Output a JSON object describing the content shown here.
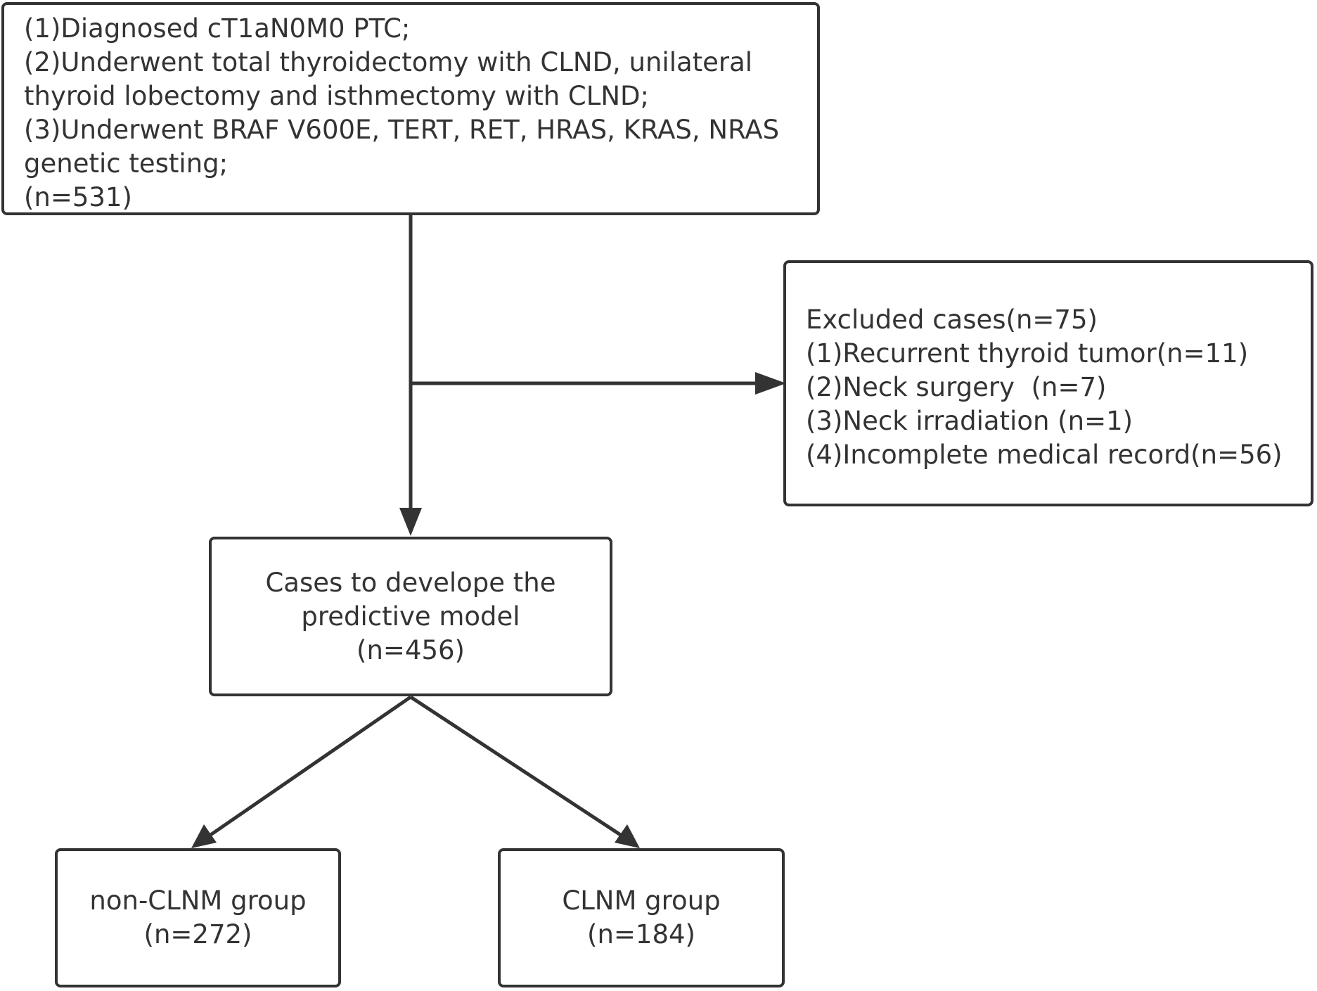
{
  "inclusion": {
    "lines": [
      "(1)Diagnosed cT1aN0M0 PTC;",
      "(2)Underwent total thyroidectomy with CLND, unilateral",
      "thyroid lobectomy and isthmectomy with CLND;",
      "(3)Underwent BRAF V600E, TERT, RET, HRAS, KRAS, NRAS",
      "genetic testing;",
      "(n=531)"
    ]
  },
  "exclusion": {
    "lines": [
      "Excluded cases(n=75)",
      "(1)Recurrent thyroid tumor(n=11)",
      "(2)Neck surgery  (n=7)",
      "(3)Neck irradiation (n=1)",
      "(4)Incomplete medical record(n=56)"
    ]
  },
  "model": {
    "lines": [
      "Cases to develope the",
      "predictive model",
      "(n=456)"
    ]
  },
  "non_clnm": {
    "lines": [
      "non-CLNM group",
      "(n=272)"
    ]
  },
  "clnm": {
    "lines": [
      "CLNM group",
      "(n=184)"
    ]
  },
  "colors": {
    "stroke": "#333333",
    "text": "#333333",
    "background": "#ffffff"
  }
}
